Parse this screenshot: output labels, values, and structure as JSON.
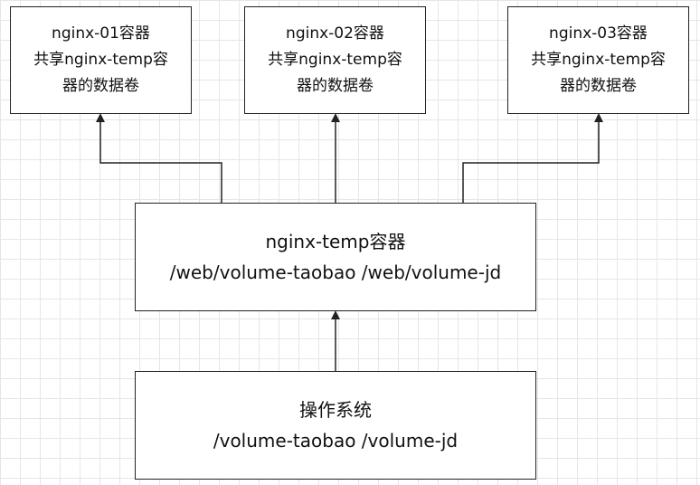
{
  "boxes": {
    "nginx01": {
      "lines": [
        "nginx-01容器",
        "共享nginx-temp容",
        "器的数据卷"
      ]
    },
    "nginx02": {
      "lines": [
        "nginx-02容器",
        "共享nginx-temp容",
        "器的数据卷"
      ]
    },
    "nginx03": {
      "lines": [
        "nginx-03容器",
        "共享nginx-temp容",
        "器的数据卷"
      ]
    },
    "temp": {
      "lines": [
        "nginx-temp容器",
        "/web/volume-taobao /web/volume-jd"
      ]
    },
    "os": {
      "lines": [
        "操作系统",
        "/volume-taobao /volume-jd"
      ]
    }
  },
  "colors": {
    "stroke": "#222222",
    "grid": "#e6e6e6",
    "background": "#ffffff"
  }
}
